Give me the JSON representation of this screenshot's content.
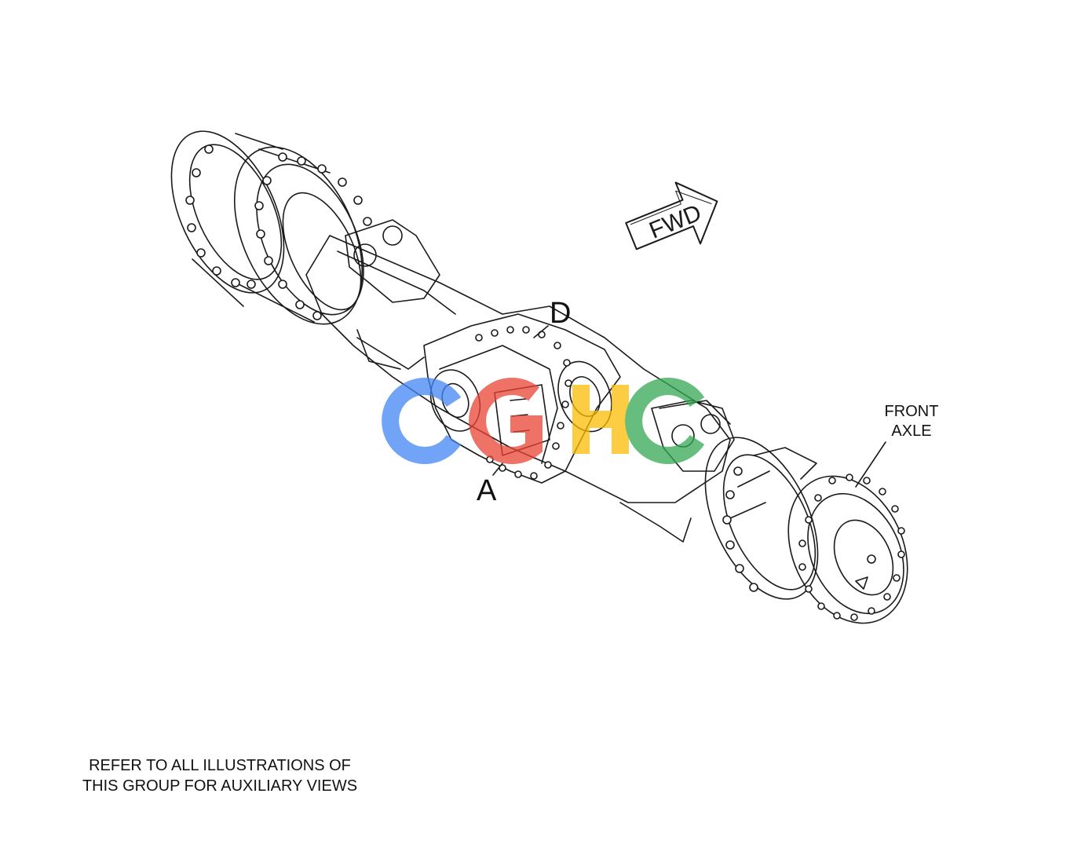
{
  "labels": {
    "callout_d": "D",
    "callout_a": "A",
    "front_axle_line1": "FRONT",
    "front_axle_line2": "AXLE",
    "fwd": "FWD",
    "note_line1": "REFER TO ALL ILLUSTRATIONS OF",
    "note_line2": "THIS GROUP FOR AUXILIARY VIEWS"
  },
  "watermark": {
    "colors": [
      "#4285F4",
      "#EA4335",
      "#FBBC05",
      "#34A853"
    ]
  },
  "drawing": {
    "line_color": "#1a1a1a"
  }
}
